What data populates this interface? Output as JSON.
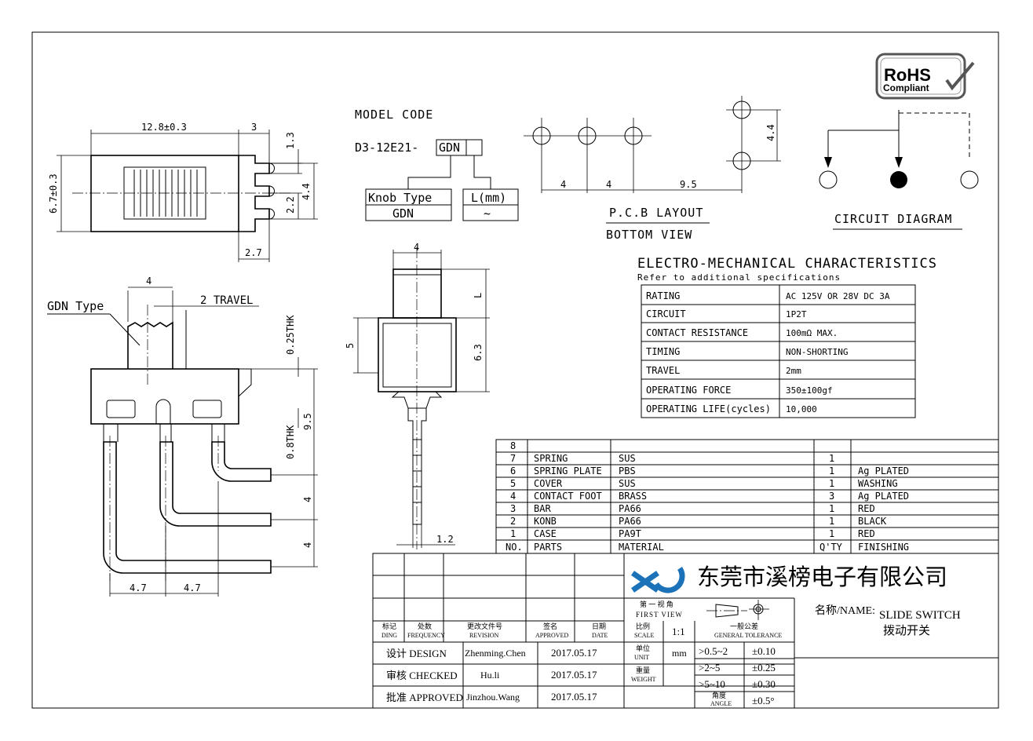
{
  "logos": {
    "rohs": {
      "line1": "RoHS",
      "line2": "Compliant"
    }
  },
  "top_view": {
    "dim_width": "12.8±0.3",
    "dim_top_right": "3",
    "dim_height": "6.7±0.3",
    "dim_a": "1.3",
    "dim_b": "4.4",
    "dim_c": "2.2",
    "dim_bottom": "2.7"
  },
  "model_code": {
    "title": "MODEL CODE",
    "code_prefix": "D3-12E21-",
    "code_box": "GDN",
    "knob_type_label": "Knob Type",
    "knob_type_value": "GDN",
    "length_label": "L(mm)",
    "length_value": "~"
  },
  "pcb": {
    "dim_a": "4",
    "dim_b": "4",
    "dim_c": "9.5",
    "dim_v": "4.4",
    "label1": "P.C.B LAYOUT",
    "label2": "BOTTOM VIEW"
  },
  "circuit": {
    "label": "CIRCUIT DIAGRAM"
  },
  "front_view": {
    "knob_label": "GDN Type",
    "dim_knob": "4",
    "travel": "2 TRAVEL",
    "thk1": "0.25THK",
    "thk2": "0.8THK",
    "dim_height": "9.5",
    "dim_pin1": "4",
    "dim_pin2": "4",
    "dim_bottom1": "4.7",
    "dim_bottom2": "4.7"
  },
  "side_view": {
    "dim_top": "4",
    "dim_L": "L",
    "dim_5": "5",
    "dim_63": "6.3",
    "dim_pin": "1.2"
  },
  "characteristics": {
    "title": "ELECTRO-MECHANICAL CHARACTERISTICS",
    "subtitle": "Refer to additional specifications",
    "rows": [
      {
        "k": "RATING",
        "v": "AC 125V OR 28V DC 3A"
      },
      {
        "k": "CIRCUIT",
        "v": "1P2T"
      },
      {
        "k": "CONTACT RESISTANCE",
        "v": "100mΩ MAX."
      },
      {
        "k": "TIMING",
        "v": "NON-SHORTING"
      },
      {
        "k": "TRAVEL",
        "v": "2mm"
      },
      {
        "k": "OPERATING FORCE",
        "v": "350±100gf"
      },
      {
        "k": "OPERATING LIFE(cycles)",
        "v": "10,000"
      }
    ]
  },
  "bom": {
    "rows": [
      {
        "no": "8",
        "part": "",
        "material": "",
        "qty": "",
        "finish": ""
      },
      {
        "no": "7",
        "part": "SPRING",
        "material": "SUS",
        "qty": "1",
        "finish": ""
      },
      {
        "no": "6",
        "part": "SPRING PLATE",
        "material": "PBS",
        "qty": "1",
        "finish": "Ag PLATED"
      },
      {
        "no": "5",
        "part": "COVER",
        "material": "SUS",
        "qty": "1",
        "finish": "WASHING"
      },
      {
        "no": "4",
        "part": "CONTACT FOOT",
        "material": "BRASS",
        "qty": "3",
        "finish": "Ag PLATED"
      },
      {
        "no": "3",
        "part": "BAR",
        "material": "PA66",
        "qty": "1",
        "finish": "RED"
      },
      {
        "no": "2",
        "part": "KONB",
        "material": "PA66",
        "qty": "1",
        "finish": "BLACK"
      },
      {
        "no": "1",
        "part": "CASE",
        "material": "PA9T",
        "qty": "1",
        "finish": "RED"
      }
    ],
    "header": {
      "no": "NO.",
      "part": "PARTS",
      "material": "MATERIAL",
      "qty": "Q'TY",
      "finish": "FINISHING"
    }
  },
  "title_block": {
    "company": "东莞市溪榜电子有限公司",
    "first_view_cn": "第 一 视 角",
    "first_view_en": "FIRST VIEW",
    "name_label": "名称/NAME:",
    "name_en": "SLIDE SWITCH",
    "name_cn": "拨动开关",
    "hdr_ding_cn": "标记",
    "hdr_ding_en": "DING",
    "hdr_freq_cn": "处数",
    "hdr_freq_en": "FREQUENCY",
    "hdr_rev_cn": "更改文件号",
    "hdr_rev_en": "REVISION",
    "hdr_appr_cn": "签名",
    "hdr_appr_en": "APPROVED",
    "hdr_date_cn": "日期",
    "hdr_date_en": "DATE",
    "scale_cn": "比例",
    "scale_en": "SCALE",
    "scale_value": "1:1",
    "tol_cn": "一般公差",
    "tol_en": "GENERAL TOLERANCE",
    "unit_cn": "单位",
    "unit_en": "UNIT",
    "unit_value": "mm",
    "weight_cn": "重量",
    "weight_en": "WEIGHT",
    "angle_cn": "角度",
    "angle_en": "ANGLE",
    "design_label": "设计 DESIGN",
    "design_name": "Zhenming.Chen",
    "design_date": "2017.05.17",
    "checked_label": "审核 CHECKED",
    "checked_name": "Hu.li",
    "checked_date": "2017.05.17",
    "approved_label": "批准 APPROVED",
    "approved_name": "Jinzhou.Wang",
    "approved_date": "2017.05.17",
    "tol1_range": ">0.5~2",
    "tol1_value": "±0.10",
    "tol2_range": ">2~5",
    "tol2_value": "±0.25",
    "tol3_range": ">5~10",
    "tol3_value": "±0.30",
    "tol_angle_value": "±0.5°"
  }
}
